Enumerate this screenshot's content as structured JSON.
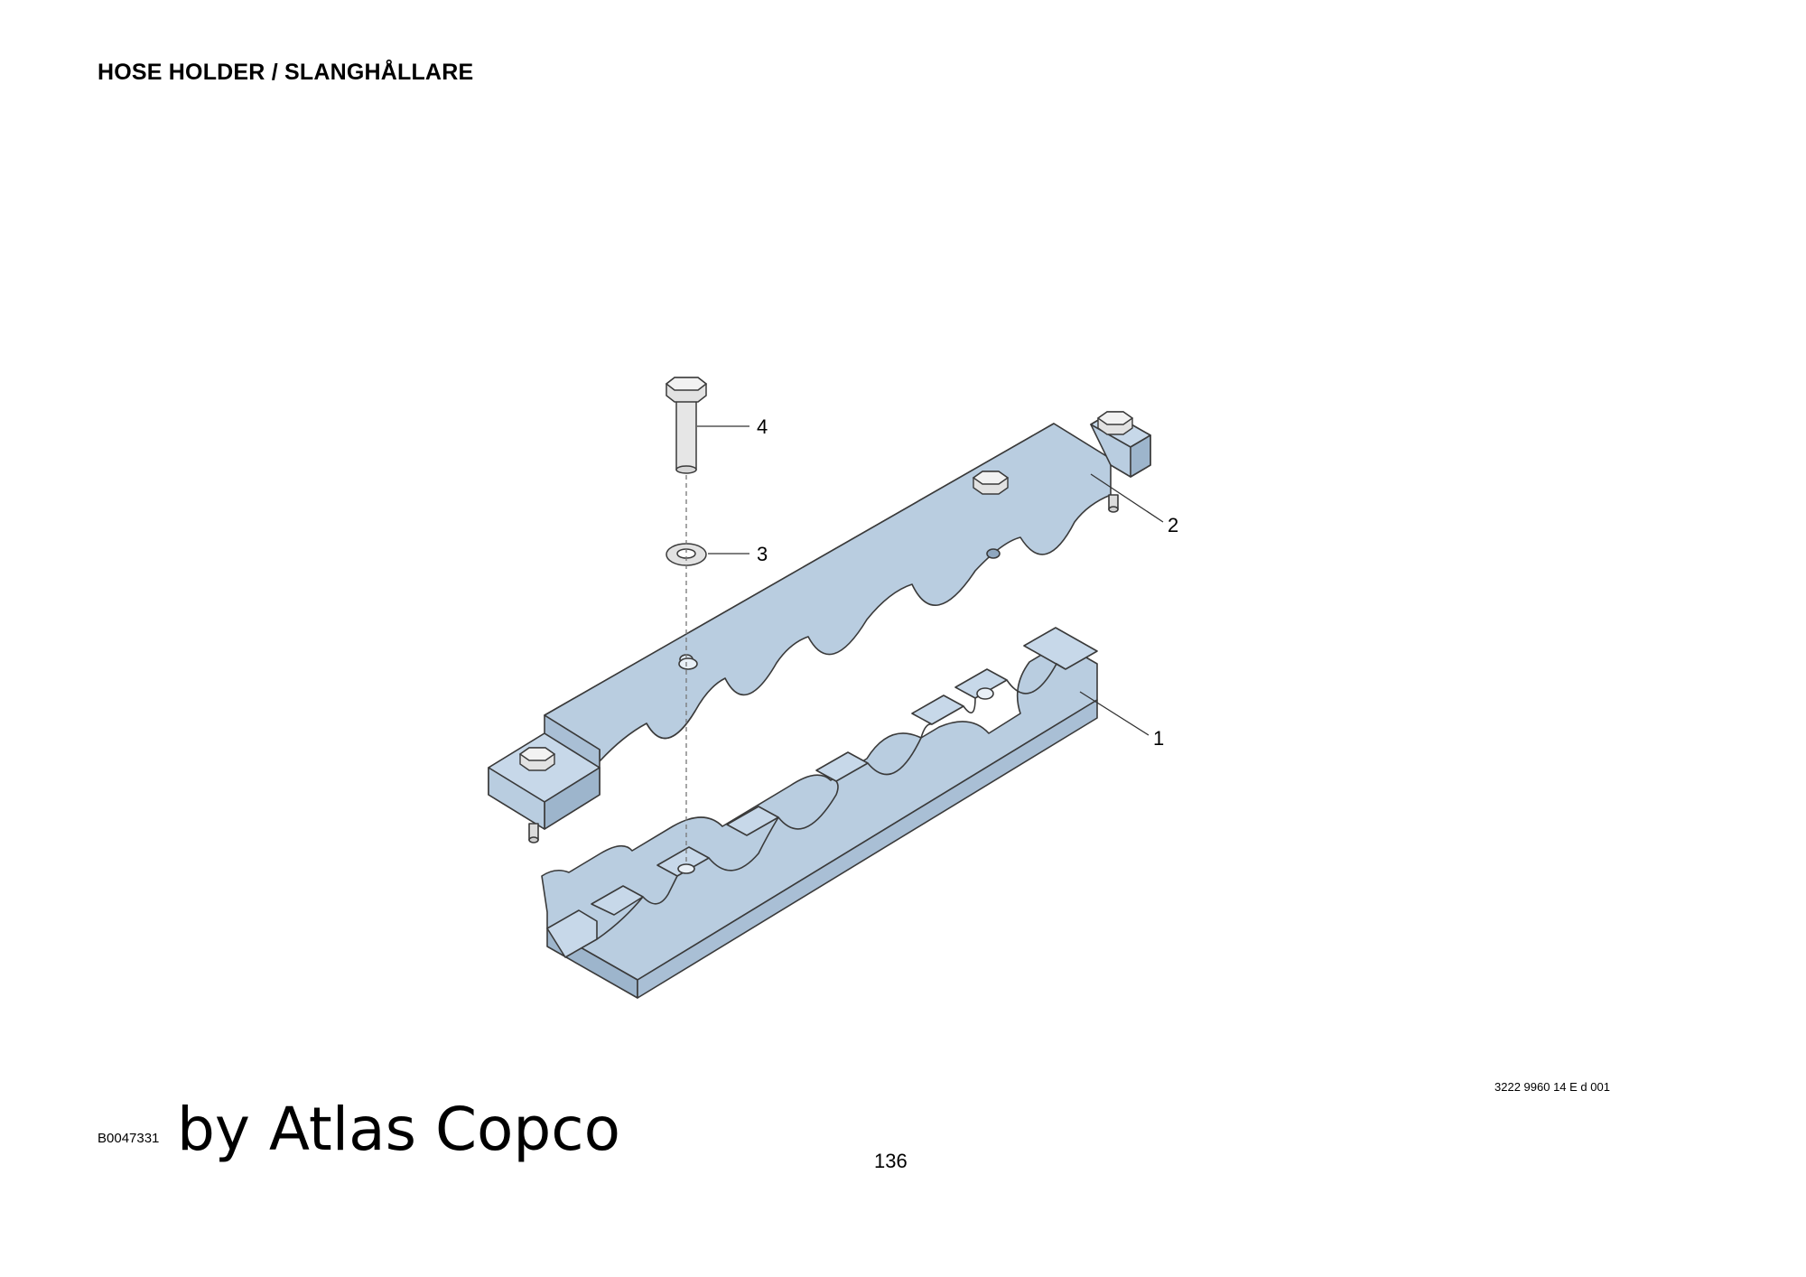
{
  "header": {
    "title": "HOSE HOLDER / SLANGHÅLLARE"
  },
  "figure": {
    "callouts": [
      "1",
      "2",
      "3",
      "4"
    ]
  },
  "footer": {
    "document_ref": "3222 9960 14 E d 001",
    "figure_id": "B0047331",
    "brand": "by Atlas Copco",
    "page_number": "136"
  },
  "colors": {
    "part_face": "#b9cde0",
    "part_top": "#c7d8e9",
    "part_dark": "#8fa7bf",
    "outline": "#333333",
    "bolt": "#e2e2e2"
  }
}
